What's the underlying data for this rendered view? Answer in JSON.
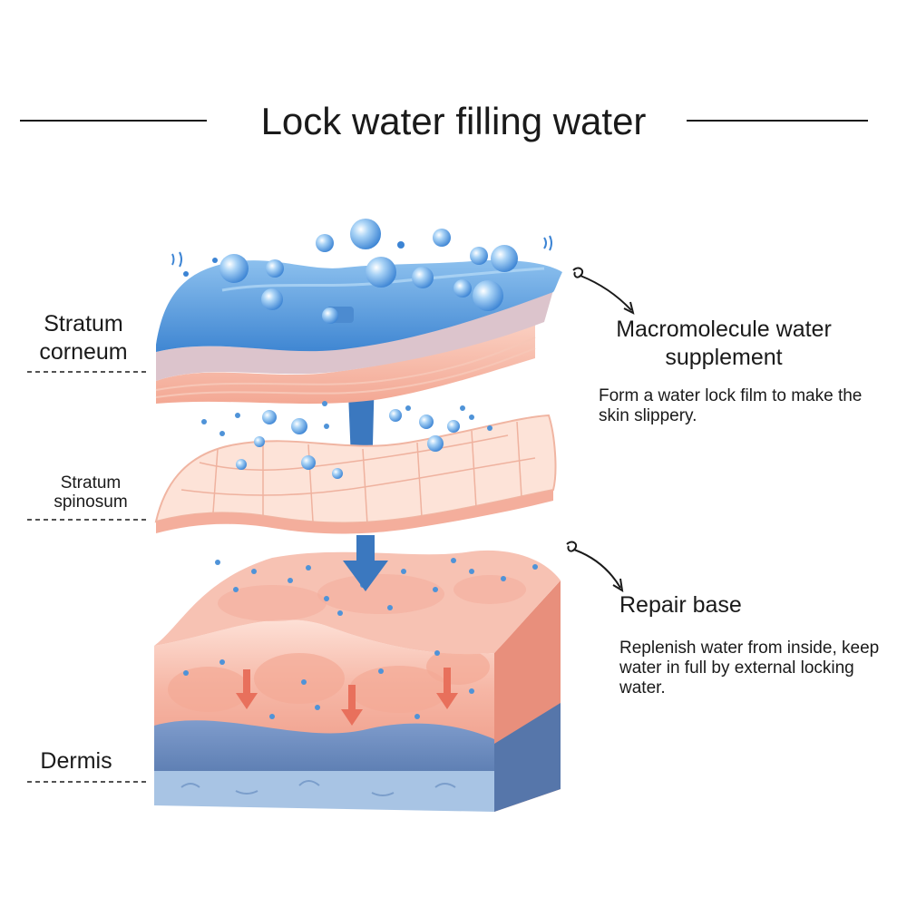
{
  "title": "Lock water filling water",
  "labels": {
    "stratum_corneum": "Stratum corneum",
    "stratum_spinosum": "Stratum spinosum",
    "dermis": "Dermis"
  },
  "callouts": {
    "macromolecule": {
      "heading": "Macromolecule water supplement",
      "description": "Form a water lock film to make the skin slippery."
    },
    "repair": {
      "heading": "Repair base",
      "description": "Replenish water from inside, keep water in full by external locking water."
    }
  },
  "colors": {
    "water_film": "#4f93d8",
    "water_film_light": "#8cc0ee",
    "skin_pink": "#f6b9a8",
    "skin_light": "#fde3d8",
    "dermis_blue": "#6f8fc0",
    "arrow_blue": "#3b78bf",
    "arrow_red": "#e8705c",
    "text": "#1a1a1a"
  }
}
